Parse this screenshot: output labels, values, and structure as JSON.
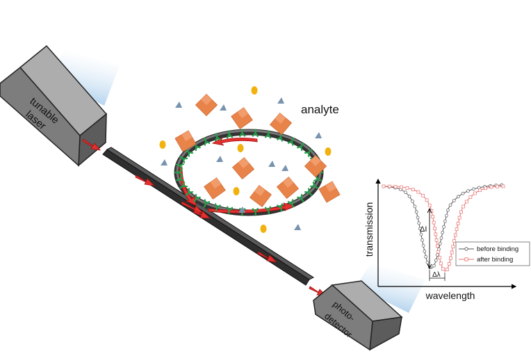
{
  "labels": {
    "laser": [
      "tunable",
      "laser"
    ],
    "detector": [
      "photo-",
      "detector"
    ],
    "analyte": "analyte"
  },
  "inset": {
    "y_axis_label": "transmission",
    "x_axis_label": "wavelength",
    "delta_intensity": "ΔI",
    "delta_lambda": "Δλ",
    "legend": [
      {
        "name": "before binding",
        "color": "#555555"
      },
      {
        "name": "after binding",
        "color": "#e87070"
      }
    ]
  },
  "colors": {
    "box": "#7a7a7a",
    "waveguide": "#3a3a3a",
    "antibody": "#22a04a",
    "protein": "#e8844a",
    "particle_yellow": "#f2b20e",
    "particle_blue": "#7893b0",
    "light_arrow": "#e53030",
    "light_beam": "#9cc3e4"
  }
}
